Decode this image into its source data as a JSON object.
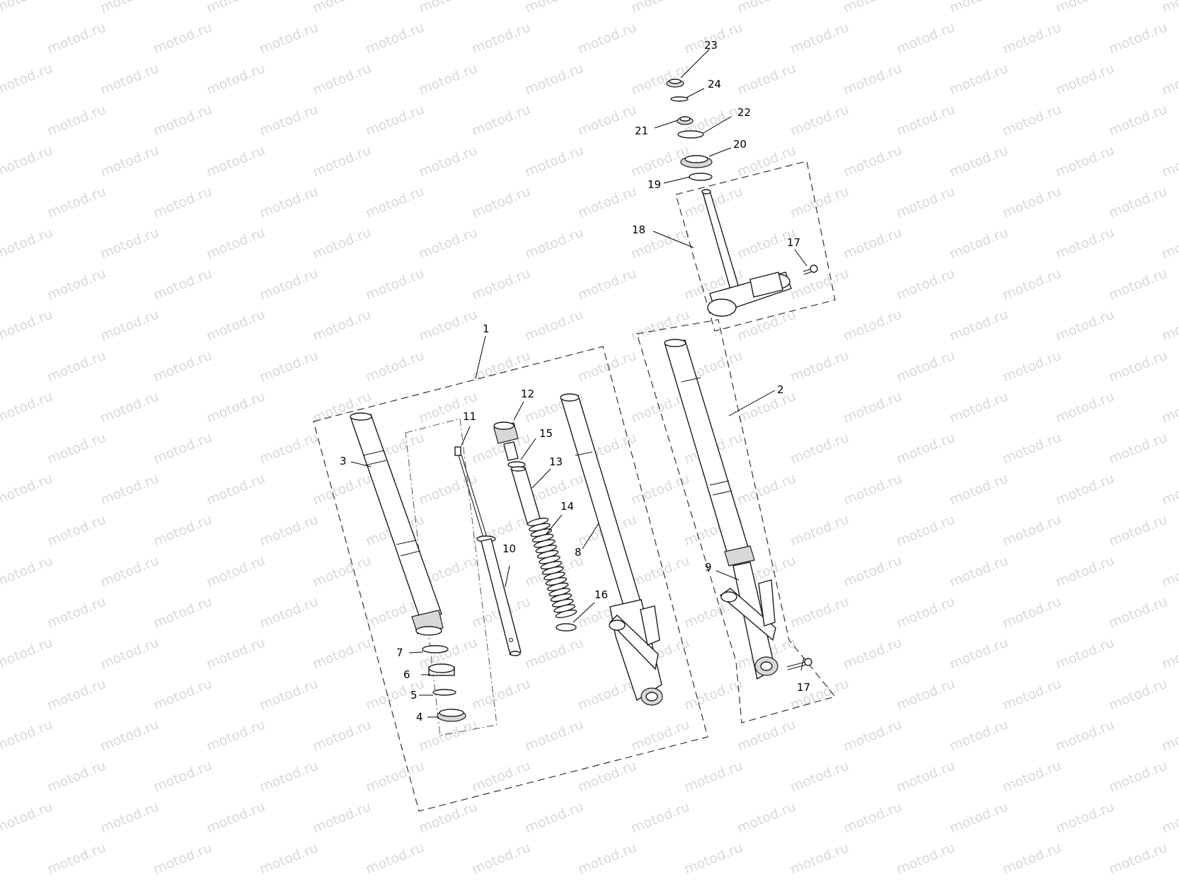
{
  "watermark": {
    "text": "motod.ru",
    "color": "#d9d9d9"
  },
  "callouts": [
    {
      "id": "c1",
      "label": "1"
    },
    {
      "id": "c2",
      "label": "2"
    },
    {
      "id": "c3",
      "label": "3"
    },
    {
      "id": "c4",
      "label": "4"
    },
    {
      "id": "c5",
      "label": "5"
    },
    {
      "id": "c6",
      "label": "6"
    },
    {
      "id": "c7",
      "label": "7"
    },
    {
      "id": "c8",
      "label": "8"
    },
    {
      "id": "c9",
      "label": "9"
    },
    {
      "id": "c10",
      "label": "10"
    },
    {
      "id": "c11",
      "label": "11"
    },
    {
      "id": "c12",
      "label": "12"
    },
    {
      "id": "c13",
      "label": "13"
    },
    {
      "id": "c14",
      "label": "14"
    },
    {
      "id": "c15",
      "label": "15"
    },
    {
      "id": "c16",
      "label": "16"
    },
    {
      "id": "c17a",
      "label": "17"
    },
    {
      "id": "c17b",
      "label": "17"
    },
    {
      "id": "c18",
      "label": "18"
    },
    {
      "id": "c19",
      "label": "19"
    },
    {
      "id": "c20",
      "label": "20"
    },
    {
      "id": "c21",
      "label": "21"
    },
    {
      "id": "c22",
      "label": "22"
    },
    {
      "id": "c23",
      "label": "23"
    },
    {
      "id": "c24",
      "label": "24"
    }
  ]
}
